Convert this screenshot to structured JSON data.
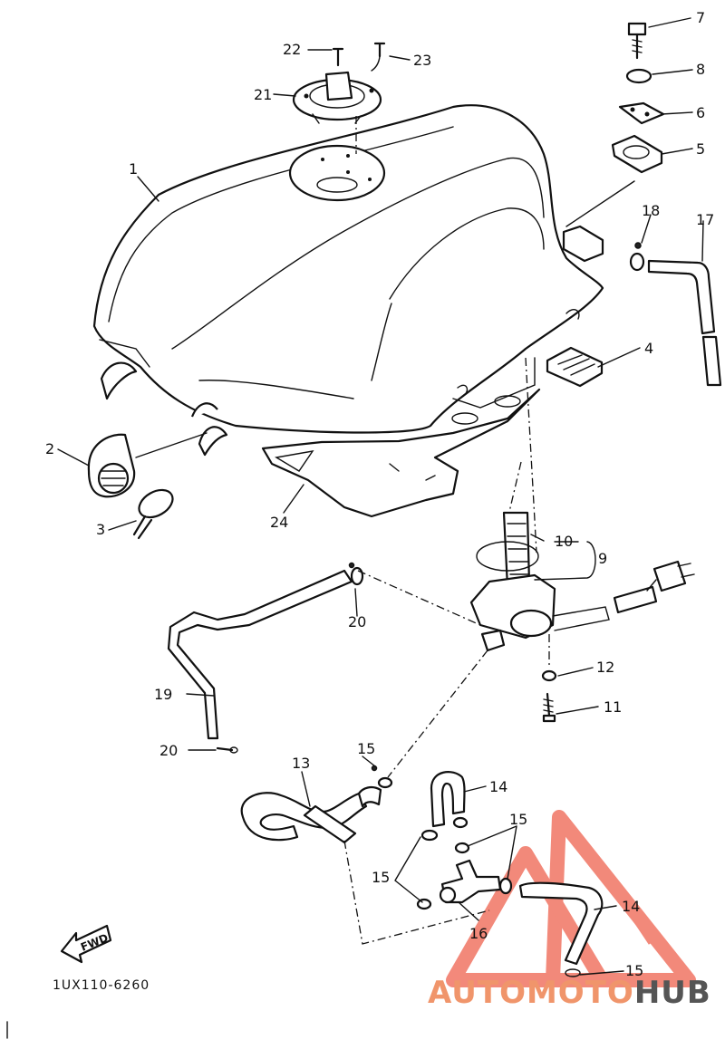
{
  "diagram": {
    "code": "1UX110-6260",
    "fwd_label": "FWD",
    "labels": [
      "1",
      "2",
      "3",
      "4",
      "5",
      "6",
      "7",
      "8",
      "9",
      "10",
      "11",
      "12",
      "13",
      "14",
      "14",
      "15",
      "15",
      "15",
      "15",
      "16",
      "17",
      "18",
      "19",
      "20",
      "20",
      "21",
      "22",
      "23",
      "24"
    ]
  },
  "watermark": {
    "part1": "AUTOMOTO",
    "part2": "HUB",
    "color_primary": "#f0956b",
    "color_secondary": "#555555",
    "triangle_color": "#f06c5a"
  }
}
